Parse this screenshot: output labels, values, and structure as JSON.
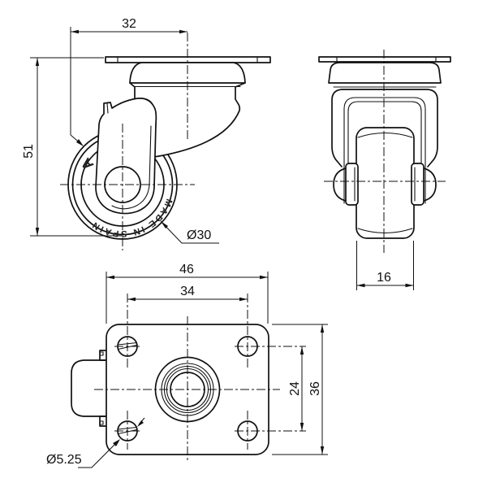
{
  "drawing": {
    "kind": "caster-wheel-technical-drawing",
    "colors": {
      "background": "#ffffff",
      "line": "#111111"
    },
    "views": {
      "side": {
        "dim_swivel_offset": "32",
        "dim_overall_height": "51",
        "dim_wheel_diameter": "Ø30",
        "wheel_arc_text": "MADE IN SPAIN",
        "wheel_mold_letter": "A"
      },
      "front": {
        "dim_wheel_width": "16"
      },
      "plate": {
        "dim_plate_length": "46",
        "dim_hole_spacing_x": "34",
        "dim_hole_spacing_y": "24",
        "dim_plate_width": "36",
        "dim_hole_diameter": "Ø5.25"
      }
    }
  }
}
